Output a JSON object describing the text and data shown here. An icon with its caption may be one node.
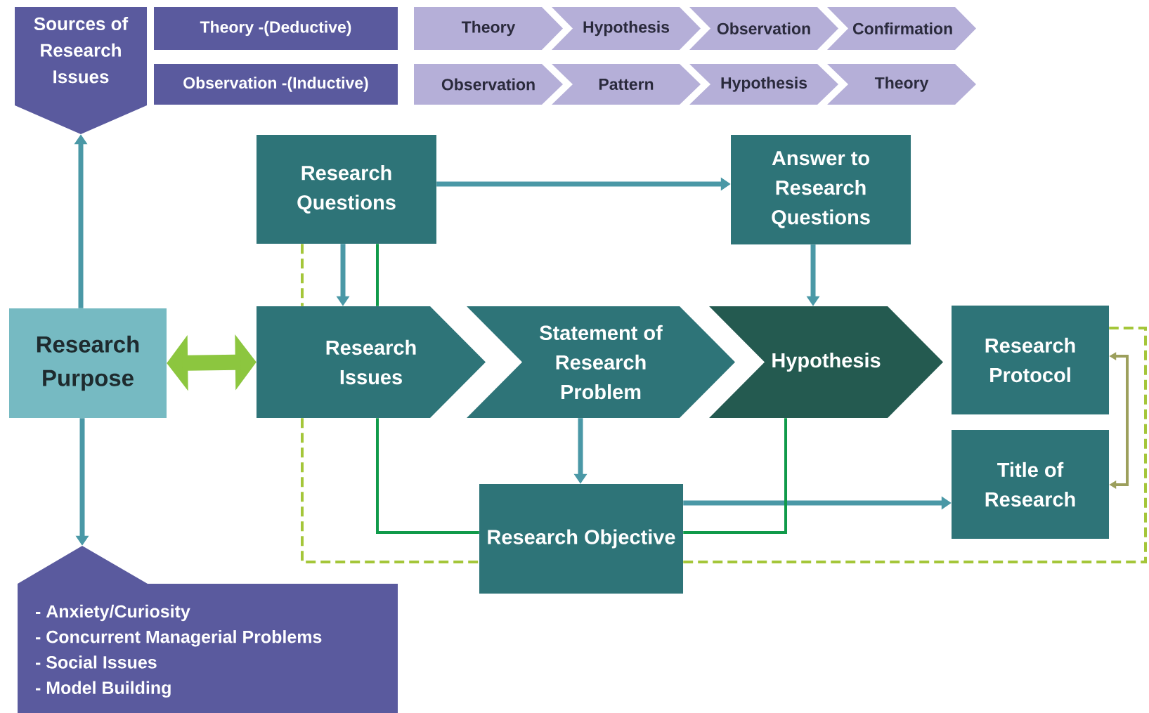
{
  "diagram": {
    "nodes": [
      {
        "text": [
          "Sources of Research Issues"
        ]
      },
      {
        "text": [
          "Theory -(Deductive)"
        ]
      },
      {
        "text": [
          "Observation -(Inductive)"
        ]
      },
      {
        "text": [
          "Theory"
        ]
      },
      {
        "text": [
          "Hypothesis"
        ]
      },
      {
        "text": [
          "Observation"
        ]
      },
      {
        "text": [
          "Confirmation"
        ]
      },
      {
        "text": [
          "Observation"
        ]
      },
      {
        "text": [
          "Pattern"
        ]
      },
      {
        "text": [
          "Hypothesis"
        ]
      },
      {
        "text": [
          "Theory"
        ]
      },
      {
        "text": [
          "Research Questions"
        ]
      },
      {
        "text": [
          "Answer to Research Questions"
        ]
      },
      {
        "text": [
          "Research Purpose"
        ]
      },
      {
        "text": [
          "Research Issues"
        ]
      },
      {
        "text": [
          "Statement of Research Problem"
        ]
      },
      {
        "text": [
          "Hypothesis"
        ]
      },
      {
        "text": [
          "Research Protocol"
        ]
      },
      {
        "text": [
          "Title of Research"
        ]
      },
      {
        "text": [
          "Research Objective"
        ]
      },
      {
        "text": [
          "- Anxiety/Curiosity",
          "- Concurrent Managerial Problems",
          "- Social Issues",
          "- Model Building"
        ]
      }
    ],
    "edges": [
      {
        "from": 13,
        "to": 0,
        "arrow": "to"
      },
      {
        "from": 13,
        "to": 20,
        "arrow": "to"
      },
      {
        "from": 13,
        "to": 14,
        "arrow": "both",
        "style": "thick",
        "color": "#8cc63f"
      },
      {
        "from": 11,
        "to": 12,
        "arrow": "to"
      },
      {
        "from": 11,
        "to": 14,
        "arrow": "to"
      },
      {
        "from": 12,
        "to": 16,
        "arrow": "to"
      },
      {
        "from": 15,
        "to": 19,
        "arrow": "to"
      },
      {
        "from": 19,
        "to": 18,
        "arrow": "to"
      },
      {
        "from": 11,
        "to": 14,
        "arrow": "none",
        "color": "#109a4a"
      },
      {
        "from": 14,
        "to": 19,
        "arrow": "none",
        "color": "#109a4a"
      },
      {
        "from": 16,
        "to": 19,
        "arrow": "none",
        "color": "#109a4a"
      },
      {
        "from": 11,
        "to": 14,
        "arrow": "none",
        "style": "dashed",
        "color": "#a4c639"
      },
      {
        "from": 14,
        "to": 19,
        "arrow": "none",
        "style": "dashed",
        "color": "#a4c639"
      },
      {
        "from": 19,
        "to": 17,
        "arrow": "none",
        "style": "dashed",
        "color": "#a4c639"
      },
      {
        "from": 18,
        "to": 17,
        "arrow": "both",
        "color": "#9c9f5c"
      }
    ]
  }
}
